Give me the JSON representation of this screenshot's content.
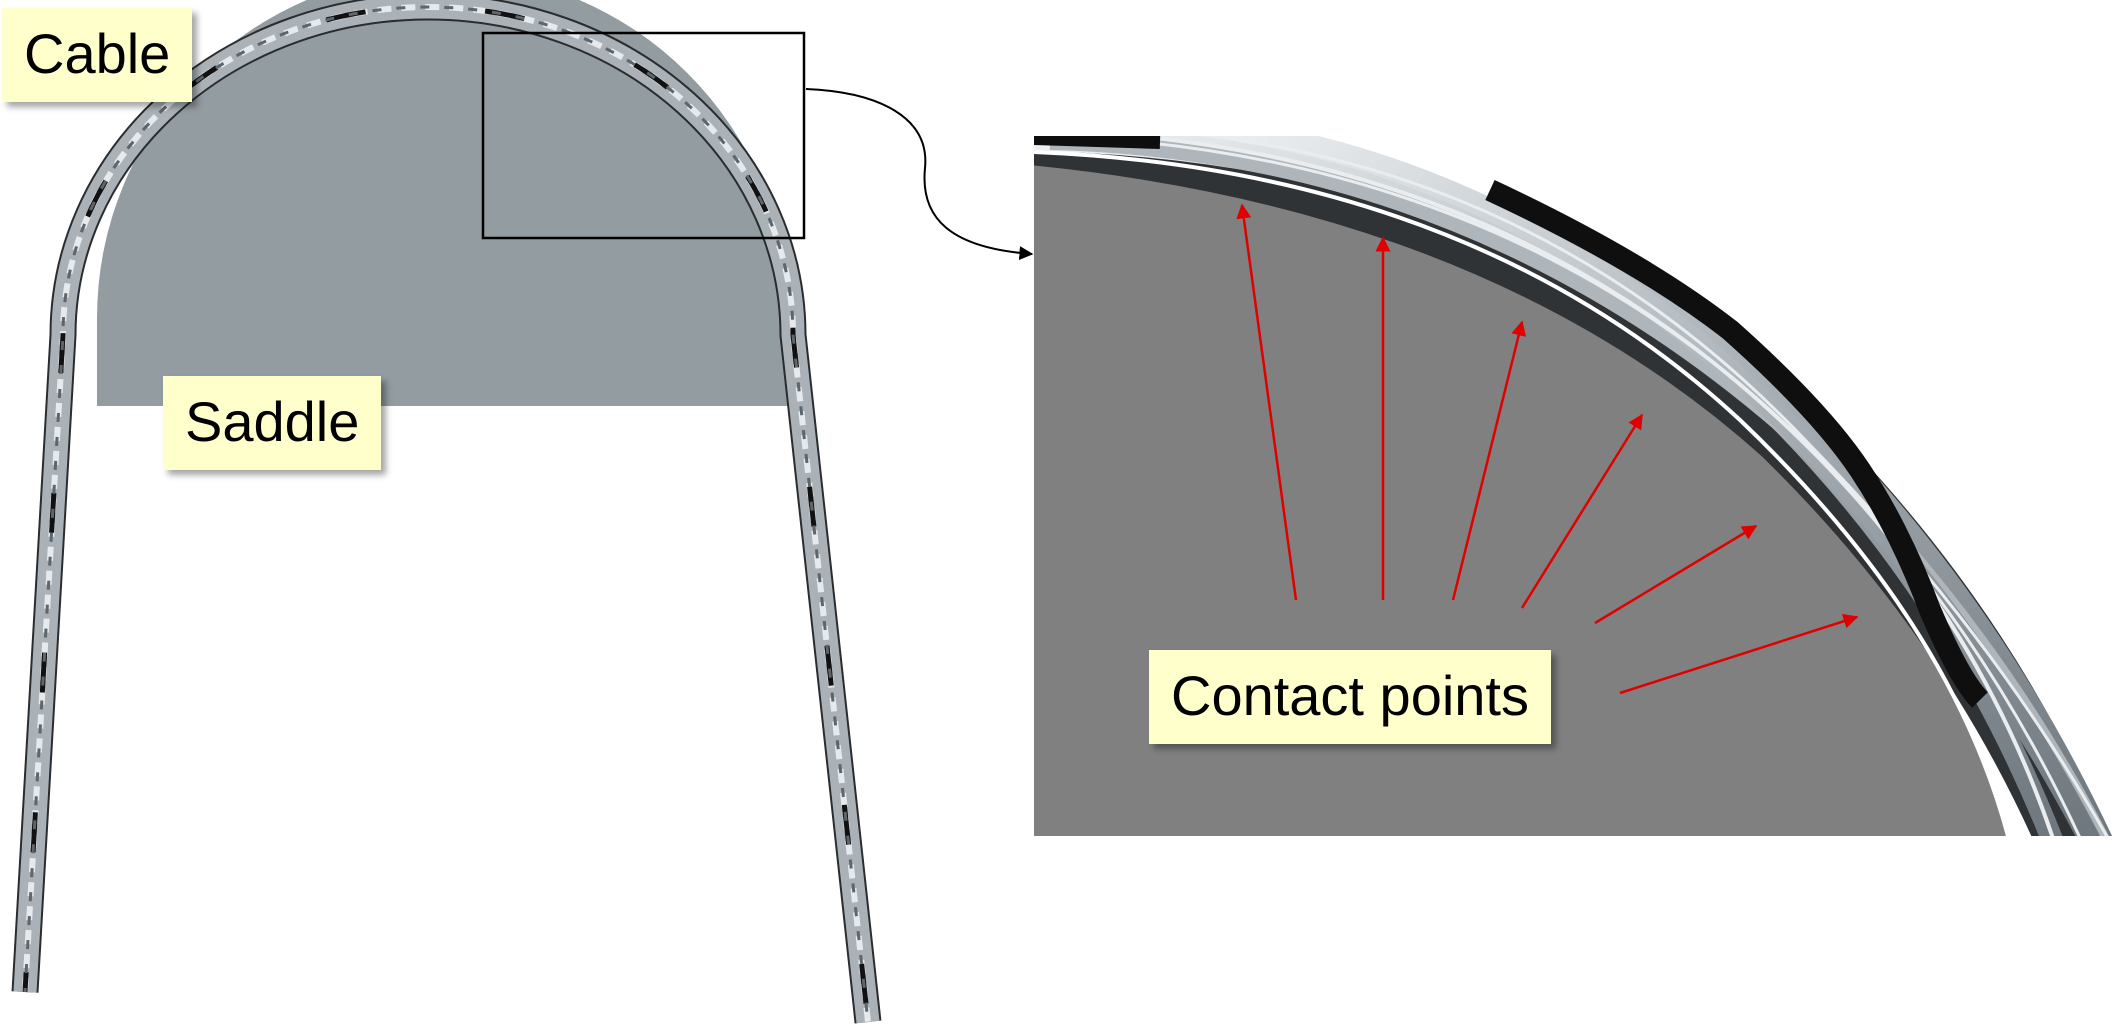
{
  "labels": {
    "cable": "Cable",
    "saddle": "Saddle",
    "contact_points": "Contact points"
  },
  "colors": {
    "saddle_overview": "#929ca1",
    "saddle_zoom": "#808080",
    "arrow_red": "#e00000",
    "label_bg": "#ffffcc",
    "strand_light": "#d9dee2",
    "strand_mid": "#9aa2a8",
    "strand_dark": "#151515"
  }
}
